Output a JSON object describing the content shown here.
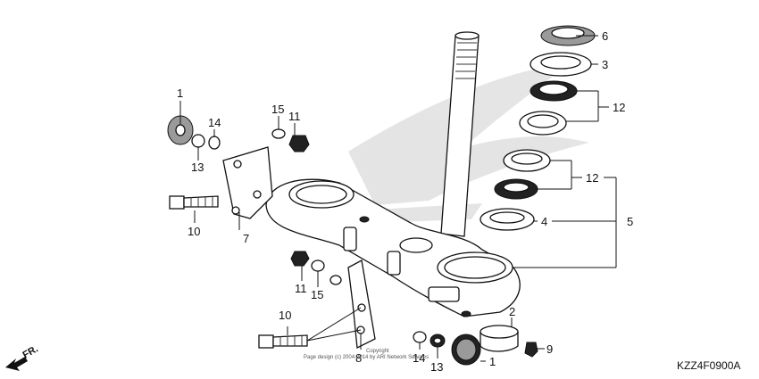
{
  "reference_code": "KZZ4F0900A",
  "direction_label": "FR.",
  "copyright_lines": [
    "Copyright",
    "Page design (c) 2004-2014 by ARI Network Services"
  ],
  "callouts": [
    {
      "id": "c6",
      "label": "6"
    },
    {
      "id": "c3",
      "label": "3"
    },
    {
      "id": "c12a",
      "label": "12"
    },
    {
      "id": "c12b",
      "label": "12"
    },
    {
      "id": "c4",
      "label": "4"
    },
    {
      "id": "c5",
      "label": "5"
    },
    {
      "id": "c1a",
      "label": "1"
    },
    {
      "id": "c14a",
      "label": "14"
    },
    {
      "id": "c13a",
      "label": "13"
    },
    {
      "id": "c15a",
      "label": "15"
    },
    {
      "id": "c11a",
      "label": "11"
    },
    {
      "id": "c10a",
      "label": "10"
    },
    {
      "id": "c7",
      "label": "7"
    },
    {
      "id": "c11b",
      "label": "11"
    },
    {
      "id": "c15b",
      "label": "15"
    },
    {
      "id": "c10b",
      "label": "10"
    },
    {
      "id": "c8",
      "label": "8"
    },
    {
      "id": "c14b",
      "label": "14"
    },
    {
      "id": "c13b",
      "label": "13"
    },
    {
      "id": "c2",
      "label": "2"
    },
    {
      "id": "c9",
      "label": "9"
    },
    {
      "id": "c1b",
      "label": "1"
    }
  ]
}
